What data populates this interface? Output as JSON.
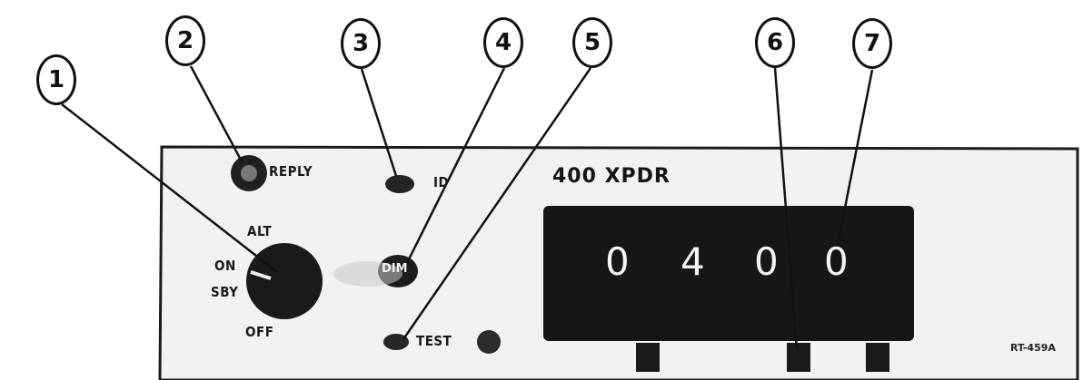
{
  "callouts": [
    "1",
    "2",
    "3",
    "4",
    "5",
    "6",
    "7"
  ],
  "panel": {
    "title": "400 XPDR",
    "model": "RT-459A",
    "labels": {
      "reply": "REPLY",
      "ident": "ID",
      "dim": "DIM",
      "test": "TEST",
      "alt": "ALT",
      "on": "ON",
      "sby": "SBY",
      "off": "OFF"
    }
  },
  "display": {
    "digits": [
      "0",
      "4",
      "0",
      "0"
    ]
  },
  "colors": {
    "panel_bg": "#f1f1f1",
    "display_bg": "#171717",
    "ink": "#111111"
  }
}
